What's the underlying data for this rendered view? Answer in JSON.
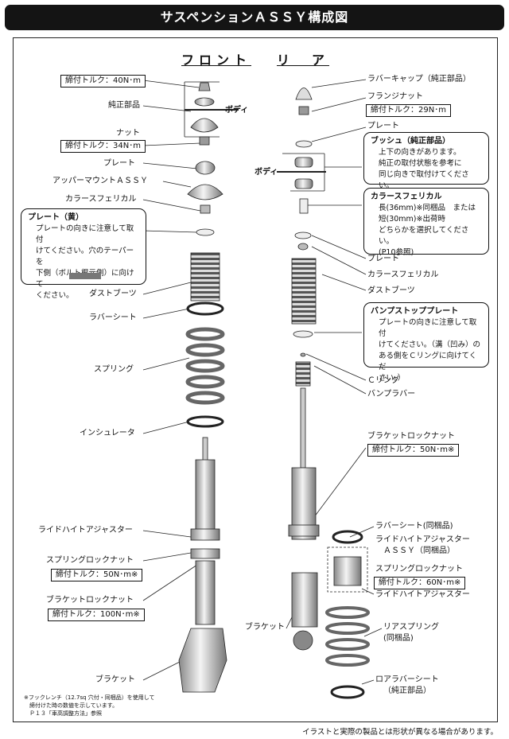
{
  "title": "サスペンションＡＳＳＹ構成図",
  "headings": {
    "front": "フロント",
    "rear": "リ　ア"
  },
  "body_label": "ボディ",
  "front": {
    "torque_top": "締付トルク：40N･m",
    "oem_parts": "純正部品",
    "nut": "ナット",
    "torque_nut": "締付トルク：34N･m",
    "plate": "プレート",
    "upper_mount": "アッパーマウントＡＳＳＹ",
    "collar_spherical": "カラースフェリカル",
    "plate_note_title": "プレート（黄）",
    "plate_note_lines": [
      "プレートの向きに注意して取付",
      "けてください。穴のテーパーを",
      "下側（ボルト根元側）に向けて",
      "ください。"
    ],
    "dust_boots": "ダストブーツ",
    "rubber_seat": "ラバーシート",
    "spring": "スプリング",
    "insulator": "インシュレータ",
    "ride_height": "ライドハイトアジャスター",
    "spring_lock_nut": "スプリングロックナット",
    "torque_spring_lock": "締付トルク：50N･m※",
    "bracket_lock_nut": "ブラケットロックナット",
    "torque_bracket_lock": "締付トルク：100N･m※",
    "bracket": "ブラケット",
    "footnote": [
      "※フックレンチ（12.7sq 穴付・同梱品）を使用して",
      "　締付けた時の数値を示しています。",
      "　Ｐ１３「車高調整方法」参照"
    ]
  },
  "rear": {
    "rubber_cap": "ラバーキャップ（純正部品）",
    "flange_nut": "フランジナット",
    "torque_flange": "締付トルク：29N･m",
    "plate_top": "プレート",
    "bush_title": "ブッシュ（純正部品）",
    "bush_lines": [
      "上下の向きがあります。",
      "純正の取付状態を参考に",
      "同じ向きで取付けてください。"
    ],
    "collar_title": "カラースフェリカル",
    "collar_lines": [
      "長(36mm)※同梱品　または",
      "短(30mm)※出荷時",
      "どちらかを選択してください。",
      "(P10参照)"
    ],
    "plate": "プレート",
    "collar_spherical": "カラースフェリカル",
    "dust_boots": "ダストブーツ",
    "bump_plate_title": "バンプストッププレート",
    "bump_plate_lines": [
      "プレートの向きに注意して取付",
      "けてください。（溝（凹み）の",
      "ある側をＣリングに向けてくだ",
      "さい。）"
    ],
    "c_ring": "Ｃリング",
    "bump_rubber": "バンプラバー",
    "bracket_lock_nut": "ブラケットロックナット",
    "torque_bracket_lock": "締付トルク：50N･m※",
    "rubber_seat": "ラバーシート(同梱品)",
    "ride_height_assy_1": "ライドハイトアジャスター",
    "ride_height_assy_2": "ＡＳＳＹ（同梱品）",
    "spring_lock_nut": "スプリングロックナット",
    "torque_spring_lock": "締付トルク：60N･m※",
    "ride_height": "ライドハイトアジャスター",
    "bracket": "ブラケット",
    "rear_spring_1": "リアスプリング",
    "rear_spring_2": "(同梱品)",
    "lower_seat_1": "ロアラバーシート",
    "lower_seat_2": "（純正部品）"
  },
  "disclaimer": "イラストと実際の製品とは形状が異なる場合があります。"
}
